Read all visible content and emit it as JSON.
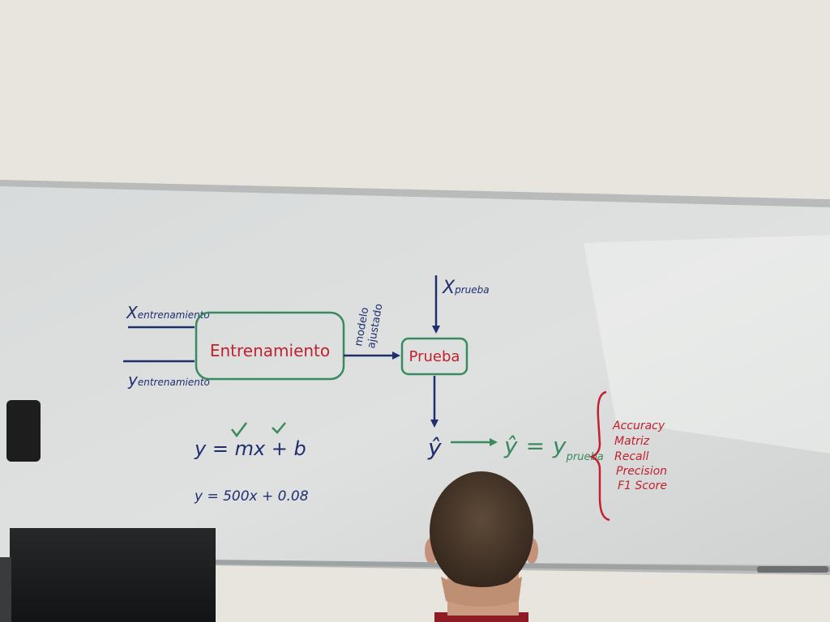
{
  "board": {
    "x_train_label": "X",
    "x_train_sub": "entrenamiento",
    "y_train_label": "y",
    "y_train_sub": "entrenamiento",
    "train_box_label": "Entrenamiento",
    "fitted_model_line1": "modelo",
    "fitted_model_line2": "ajustado",
    "x_test_label": "X",
    "x_test_sub": "prueba",
    "test_box_label": "Prueba",
    "y_hat_label": "ŷ",
    "equation_y_hat": "ŷ",
    "equation_equals": "=",
    "equation_y": "y",
    "equation_y_sub": "prueba",
    "formula_general": "y = mx + b",
    "formula_example": "y = 500x + 0.08",
    "metrics": [
      "Accuracy",
      "Matriz",
      "Recall",
      "Precision",
      "F1 Score"
    ]
  },
  "colors": {
    "board": "#dcdfdf",
    "wall": "#e8e4de",
    "navy_marker": "#1f2f6e",
    "green_marker": "#3a8a5f",
    "red_marker": "#c1212f"
  }
}
